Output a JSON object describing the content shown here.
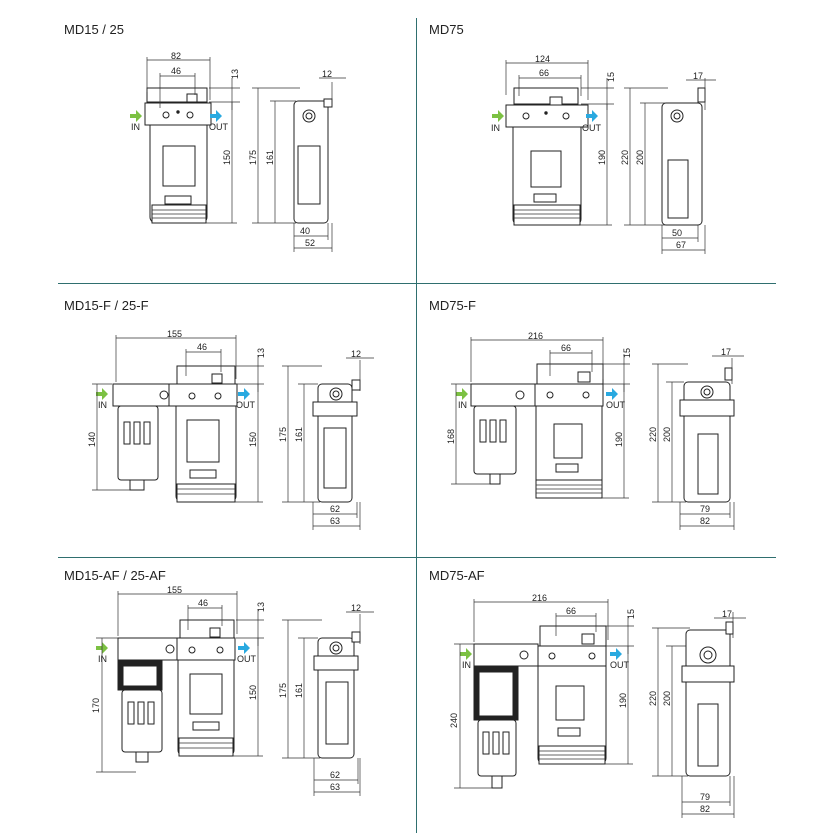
{
  "units": [
    {
      "id": "md15",
      "title": "MD15 / 25",
      "variant": "basic",
      "io": {
        "in": "IN",
        "out": "OUT"
      },
      "dims": {
        "width_total": "82",
        "width_ports": "46",
        "top_offset": "13",
        "height_main": "150",
        "height_total": "175",
        "height_side": "161",
        "bracket": "12",
        "depth_inner": "40",
        "depth_outer": "52"
      }
    },
    {
      "id": "md75",
      "title": "MD75",
      "variant": "basic",
      "io": {
        "in": "IN",
        "out": "OUT"
      },
      "dims": {
        "width_total": "124",
        "width_ports": "66",
        "top_offset": "15",
        "height_main": "190",
        "height_total": "220",
        "height_side": "200",
        "bracket": "17",
        "depth_inner": "50",
        "depth_outer": "67"
      }
    },
    {
      "id": "md15f",
      "title": "MD15-F / 25-F",
      "variant": "filter",
      "io": {
        "in": "IN",
        "out": "OUT"
      },
      "dims": {
        "width_total": "155",
        "width_ports": "46",
        "top_offset": "13",
        "height_filter": "140",
        "height_main": "150",
        "height_total": "175",
        "height_side": "161",
        "bracket": "12",
        "depth_inner": "62",
        "depth_outer": "63"
      }
    },
    {
      "id": "md75f",
      "title": "MD75-F",
      "variant": "filter",
      "io": {
        "in": "IN",
        "out": "OUT"
      },
      "dims": {
        "width_total": "216",
        "width_ports": "66",
        "top_offset": "15",
        "height_filter": "168",
        "height_main": "190",
        "height_total": "220",
        "height_side": "200",
        "bracket": "17",
        "depth_inner": "79",
        "depth_outer": "82"
      }
    },
    {
      "id": "md15af",
      "title": "MD15-AF / 25-AF",
      "variant": "afilter",
      "io": {
        "in": "IN",
        "out": "OUT"
      },
      "dims": {
        "width_total": "155",
        "width_ports": "46",
        "top_offset": "13",
        "height_filter": "170",
        "height_main": "150",
        "height_total": "175",
        "height_side": "161",
        "bracket": "12",
        "depth_inner": "62",
        "depth_outer": "63"
      }
    },
    {
      "id": "md75af",
      "title": "MD75-AF",
      "variant": "afilter",
      "io": {
        "in": "IN",
        "out": "OUT"
      },
      "dims": {
        "width_total": "216",
        "width_ports": "66",
        "top_offset": "15",
        "height_filter": "240",
        "height_main": "190",
        "height_total": "220",
        "height_side": "200",
        "bracket": "17",
        "depth_inner": "79",
        "depth_outer": "82"
      }
    }
  ],
  "colors": {
    "in_arrow": "#7cc142",
    "out_arrow": "#29a9e0",
    "divider": "#2f6f6f"
  }
}
